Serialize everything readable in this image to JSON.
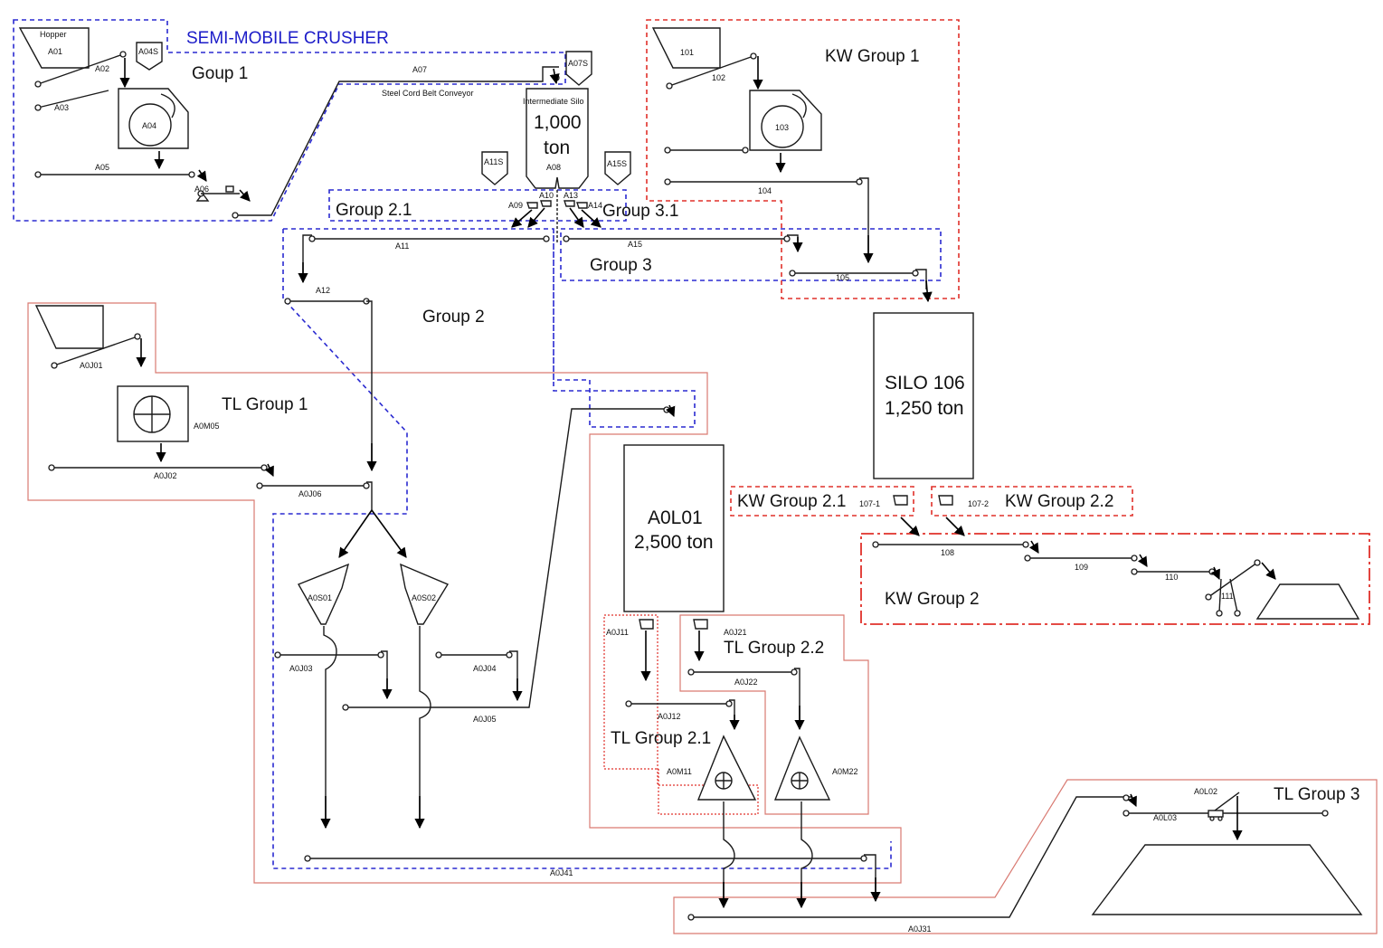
{
  "titles": {
    "semi_mobile": "SEMI-MOBILE CRUSHER",
    "group1": "Goup 1",
    "group21": "Group 2.1",
    "group31": "Group 3.1",
    "group3": "Group 3",
    "group2": "Group 2",
    "kw_group1": "KW Group 1",
    "kw_group21": "KW Group 2.1",
    "kw_group22": "KW Group 2.2",
    "kw_group2": "KW Group 2",
    "tl_group1": "TL Group 1",
    "tl_group21": "TL Group 2.1",
    "tl_group22": "TL Group 2.2",
    "tl_group3": "TL Group 3"
  },
  "silos": {
    "intermediate_label": "Intermediate Silo",
    "intermediate_cap1": "1,000",
    "intermediate_cap2": "ton",
    "silo106_name": "SILO 106",
    "silo106_cap": "1,250 ton",
    "a0l01_name": "A0L01",
    "a0l01_cap": "2,500 ton"
  },
  "labels": {
    "hopper": "Hopper",
    "a01": "A01",
    "a02": "A02",
    "a03": "A03",
    "a04": "A04",
    "a04s": "A04S",
    "a05": "A05",
    "a06": "A06",
    "a07": "A07",
    "a07s": "A07S",
    "steel_cord": "Steel Cord Belt Conveyor",
    "a08": "A08",
    "a09": "A09",
    "a10": "A10",
    "a11": "A11",
    "a11s": "A11S",
    "a12": "A12",
    "a13": "A13",
    "a14": "A14",
    "a15": "A15",
    "a15s": "A15S",
    "n101": "101",
    "n102": "102",
    "n103": "103",
    "n104": "104",
    "n105": "105",
    "n107_1": "107-1",
    "n107_2": "107-2",
    "n108": "108",
    "n109": "109",
    "n110": "110",
    "n111": "111",
    "a0j01": "A0J01",
    "a0m05": "A0M05",
    "a0j02": "A0J02",
    "a0j06": "A0J06",
    "a0s01": "A0S01",
    "a0s02": "A0S02",
    "a0j03": "A0J03",
    "a0j04": "A0J04",
    "a0j05": "A0J05",
    "a0j11": "A0J11",
    "a0j12": "A0J12",
    "a0m11": "A0M11",
    "a0j21": "A0J21",
    "a0j22": "A0J22",
    "a0m22": "A0M22",
    "a0j41": "A0J41",
    "a0j31": "A0J31",
    "a0l02": "A0L02",
    "a0l03": "A0L03"
  },
  "colors": {
    "group_blue": "#2a2ad0",
    "group_red": "#e0302a",
    "group_pink": "#d97a72",
    "title_blue": "#1c1cc8"
  }
}
